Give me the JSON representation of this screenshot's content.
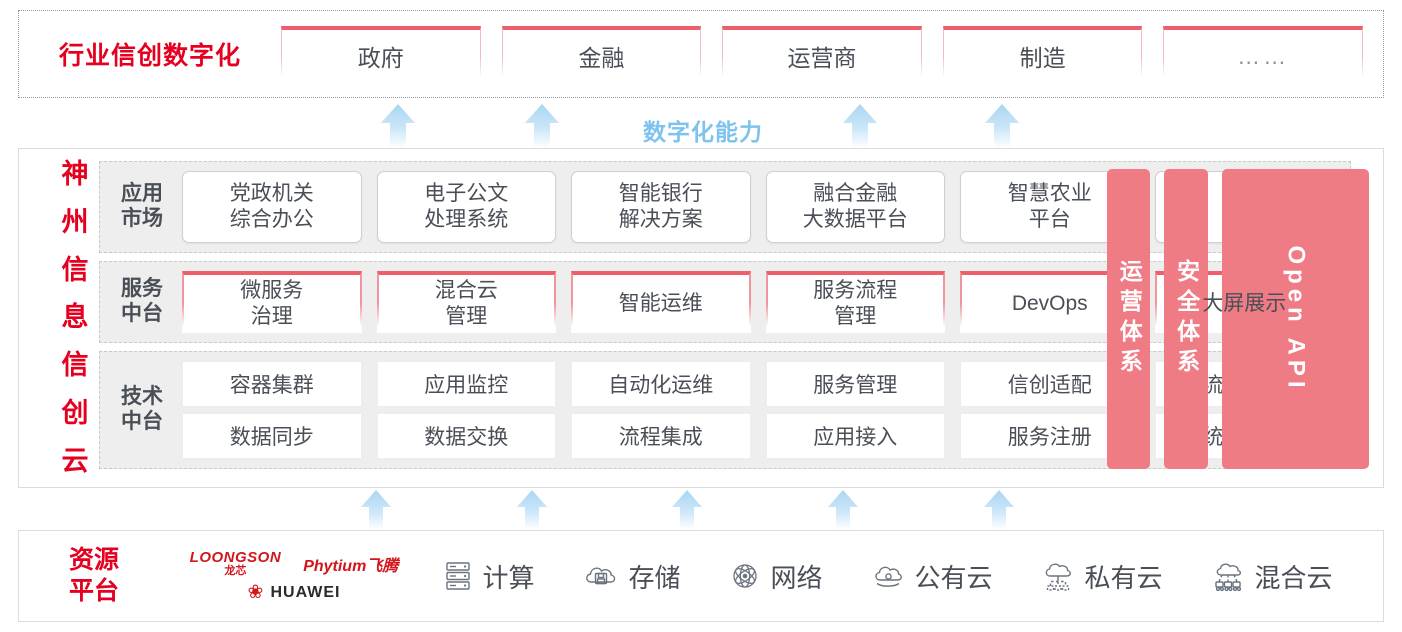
{
  "industry": {
    "title": "行业信创数字化",
    "boxes": [
      {
        "label": "政府"
      },
      {
        "label": "金融"
      },
      {
        "label": "运营商"
      },
      {
        "label": "制造"
      },
      {
        "label": "……"
      }
    ]
  },
  "capability_label": "数字化能力",
  "cloud": {
    "title_chars": [
      "神",
      "州",
      "信",
      "息",
      "信",
      "创",
      "云"
    ],
    "rows": [
      {
        "key": "app",
        "label": "应用\n市场",
        "label_line1": "应用",
        "label_line2": "市场",
        "cells": [
          "党政机关\n综合办公",
          "电子公文\n处理系统",
          "智能银行\n解决方案",
          "融合金融\n大数据平台",
          "智慧农业\n平台",
          "……"
        ]
      },
      {
        "key": "service",
        "label_line1": "服务",
        "label_line2": "中台",
        "cells": [
          "微服务\n治理",
          "混合云\n管理",
          "智能运维",
          "服务流程\n管理",
          "DevOps",
          "大屏展示"
        ]
      },
      {
        "key": "tech",
        "label_line1": "技术",
        "label_line2": "中台",
        "cells_line1": [
          "容器集群",
          "应用监控",
          "自动化运维",
          "服务管理",
          "信创适配",
          "流程引擎"
        ],
        "cells_line2": [
          "数据同步",
          "数据交换",
          "流程集成",
          "应用接入",
          "服务注册",
          "统一认证"
        ]
      }
    ],
    "pillars": [
      {
        "label": "运营体系",
        "orientation": "vertical-cn"
      },
      {
        "label": "安全体系",
        "orientation": "vertical-cn"
      },
      {
        "label": "Open API",
        "orientation": "rotated-latin"
      }
    ]
  },
  "resource": {
    "title_line1": "资源",
    "title_line2": "平台",
    "vendors": [
      {
        "name": "LOONGSON",
        "sub": "龙芯"
      },
      {
        "name": "Phytium飞腾"
      },
      {
        "name": "HUAWEI"
      }
    ],
    "items": [
      {
        "label": "计算",
        "icon": "server-icon"
      },
      {
        "label": "存储",
        "icon": "cloud-storage-icon"
      },
      {
        "label": "网络",
        "icon": "network-icon"
      },
      {
        "label": "公有云",
        "icon": "public-cloud-icon"
      },
      {
        "label": "私有云",
        "icon": "private-cloud-icon"
      },
      {
        "label": "混合云",
        "icon": "hybrid-cloud-icon"
      }
    ]
  },
  "colors": {
    "brand_red": "#e60020",
    "accent_pink": "#ef5f6b",
    "pillar_pink": "#ef7b85",
    "arrow_blue": "#bfe0f5",
    "capability_blue": "#7ec2ee",
    "band_grey": "#eeeeee"
  }
}
